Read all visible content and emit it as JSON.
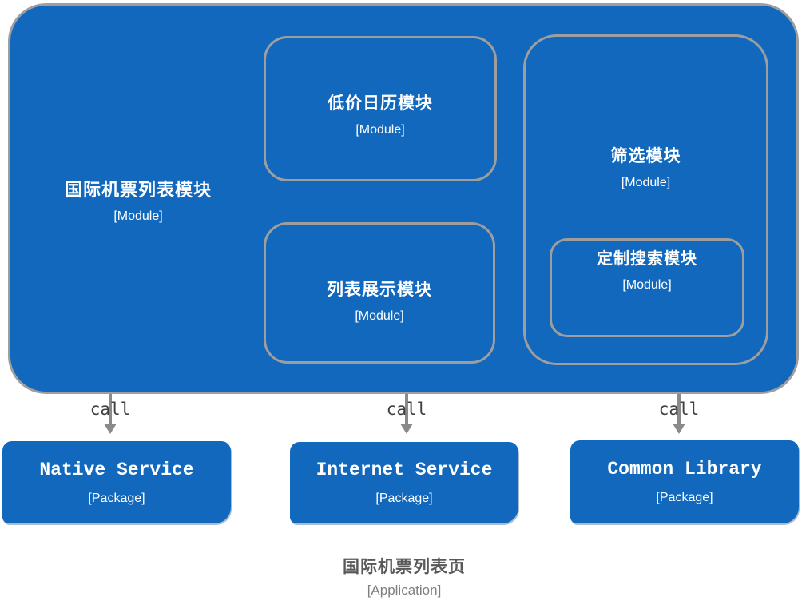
{
  "colors": {
    "node_blue": "#1168bd",
    "border_gray": "#9e9e9e",
    "text_white": "#ffffff",
    "arrow_gray": "#8a8a8a",
    "call_text": "#3f3f3f",
    "title_gray": "#595959",
    "subtitle_gray": "#7f7f7f"
  },
  "main_module": {
    "name": "国际机票列表模块",
    "type": "[Module]"
  },
  "sub_modules": [
    {
      "name": "低价日历模块",
      "type": "[Module]"
    },
    {
      "name": "列表展示模块",
      "type": "[Module]"
    }
  ],
  "filter_group": {
    "name": "筛选模块",
    "type": "[Module]"
  },
  "custom_search": {
    "name": "定制搜索模块",
    "type": "[Module]"
  },
  "arrows": [
    "call",
    "call",
    "call"
  ],
  "packages": [
    {
      "name": "Native Service",
      "type": "[Package]"
    },
    {
      "name": "Internet Service",
      "type": "[Package]"
    },
    {
      "name": "Common Library",
      "type": "[Package]"
    }
  ],
  "application": {
    "name": "国际机票列表页",
    "type": "[Application]"
  }
}
